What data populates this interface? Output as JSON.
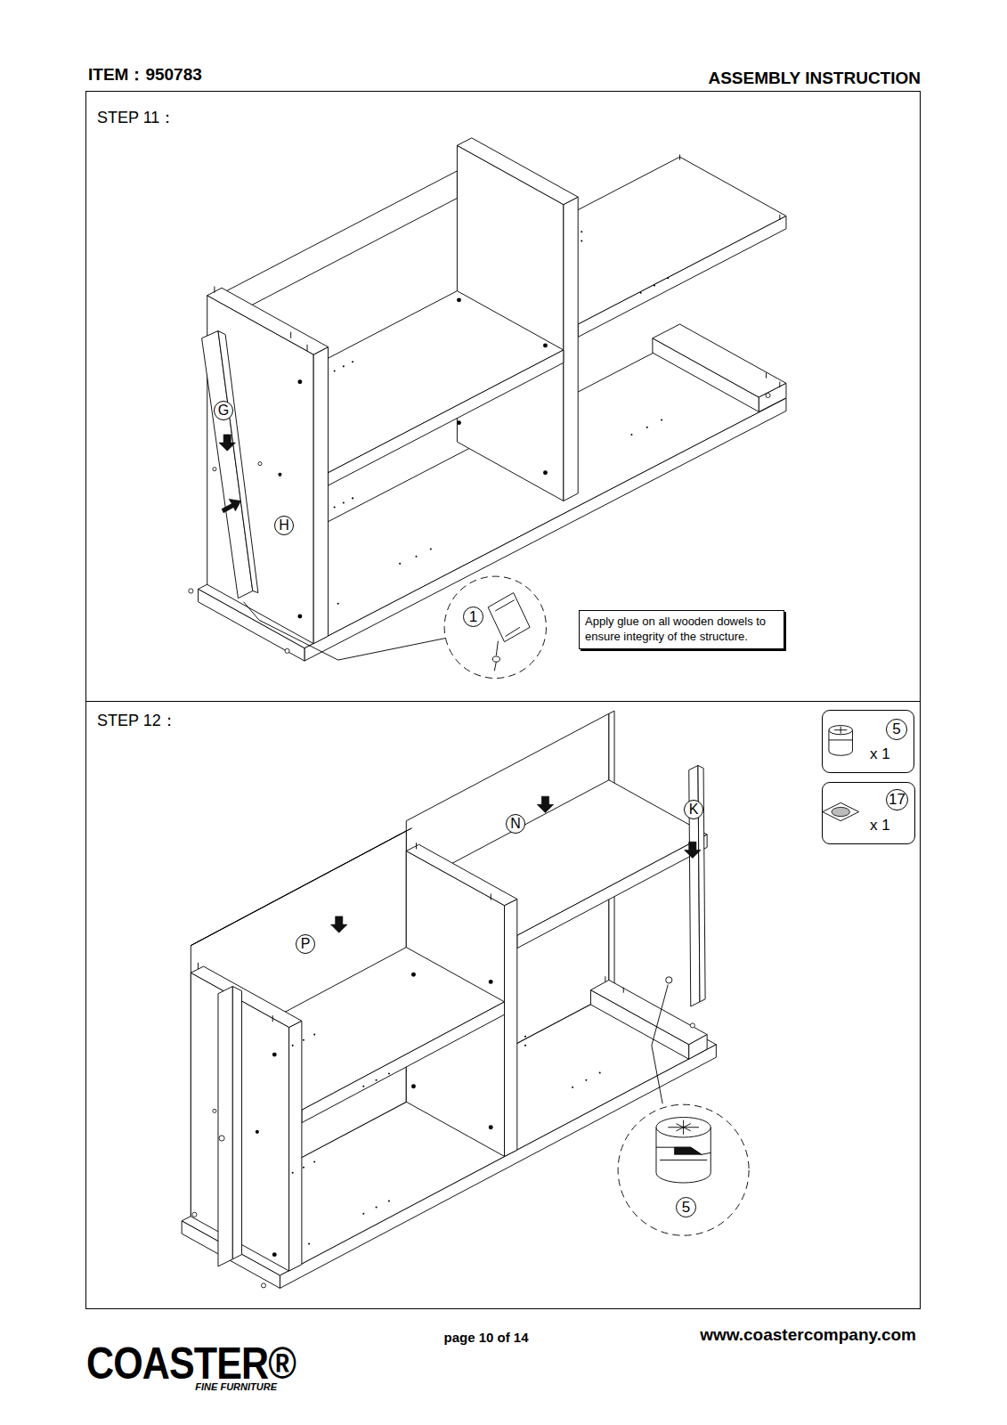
{
  "diagram": {
    "nodes": [
      {
        "text": [
          "STEP 11："
        ]
      },
      {
        "text": [
          "G"
        ],
        "in": 0
      },
      {
        "text": [
          "H"
        ],
        "in": 0
      },
      {
        "text": [
          "1"
        ],
        "in": 0
      },
      {
        "text": [
          "Apply glue on all wooden dowels to ensure integrity of the structure."
        ],
        "in": 0
      },
      {
        "text": [
          "STEP 12："
        ]
      },
      {
        "text": [
          "5",
          "x 1"
        ],
        "in": 5
      },
      {
        "text": [
          "17",
          "x 1"
        ],
        "in": 5
      },
      {
        "text": [
          "N"
        ],
        "in": 5
      },
      {
        "text": [
          "K"
        ],
        "in": 5
      },
      {
        "text": [
          "P"
        ],
        "in": 5
      },
      {
        "text": [
          "5"
        ],
        "in": 5
      }
    ],
    "labels": [
      "ITEM：950783",
      "ASSEMBLY INSTRUCTION",
      "COASTER®",
      "FINE FURNITURE",
      "page 10 of 14",
      "www.coastercompany.com"
    ]
  }
}
